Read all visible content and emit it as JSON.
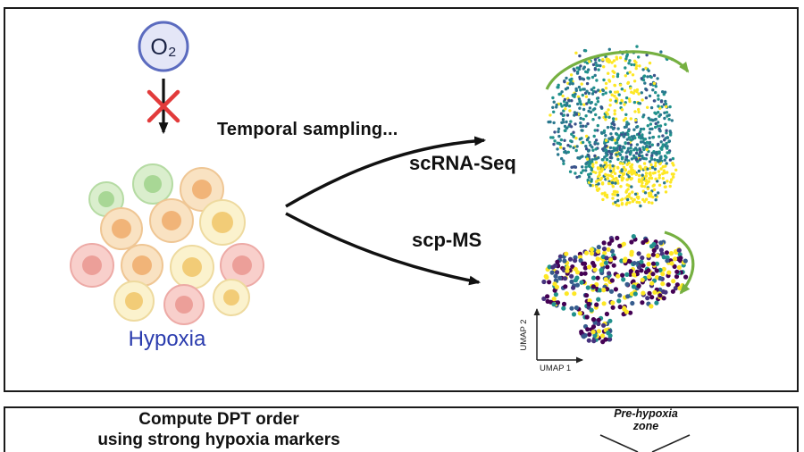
{
  "top_panel": {
    "o2": "O₂",
    "hypoxia": "Hypoxia",
    "temporal_sampling": "Temporal sampling...",
    "scrna_seq": "scRNA-Seq",
    "scp_ms": "scp-MS",
    "umap_x": "UMAP 1",
    "umap_y": "UMAP 2"
  },
  "bottom_panel": {
    "compute_line1": "Compute DPT order",
    "compute_line2": "using strong hypoxia markers",
    "prehypoxia_line1": "Pre-hypoxia",
    "prehypoxia_line2": "zone"
  },
  "colors": {
    "hypoxia_text": "#2b3cae",
    "green_arrow": "#76b041",
    "red_x": "#e23b3b",
    "umap_top_palette": [
      "#21918c",
      "#2a788e",
      "#fde725",
      "#3b528b"
    ],
    "umap_bottom_palette": [
      "#440154",
      "#46327e",
      "#21918c",
      "#fde725",
      "#365c8d"
    ]
  }
}
